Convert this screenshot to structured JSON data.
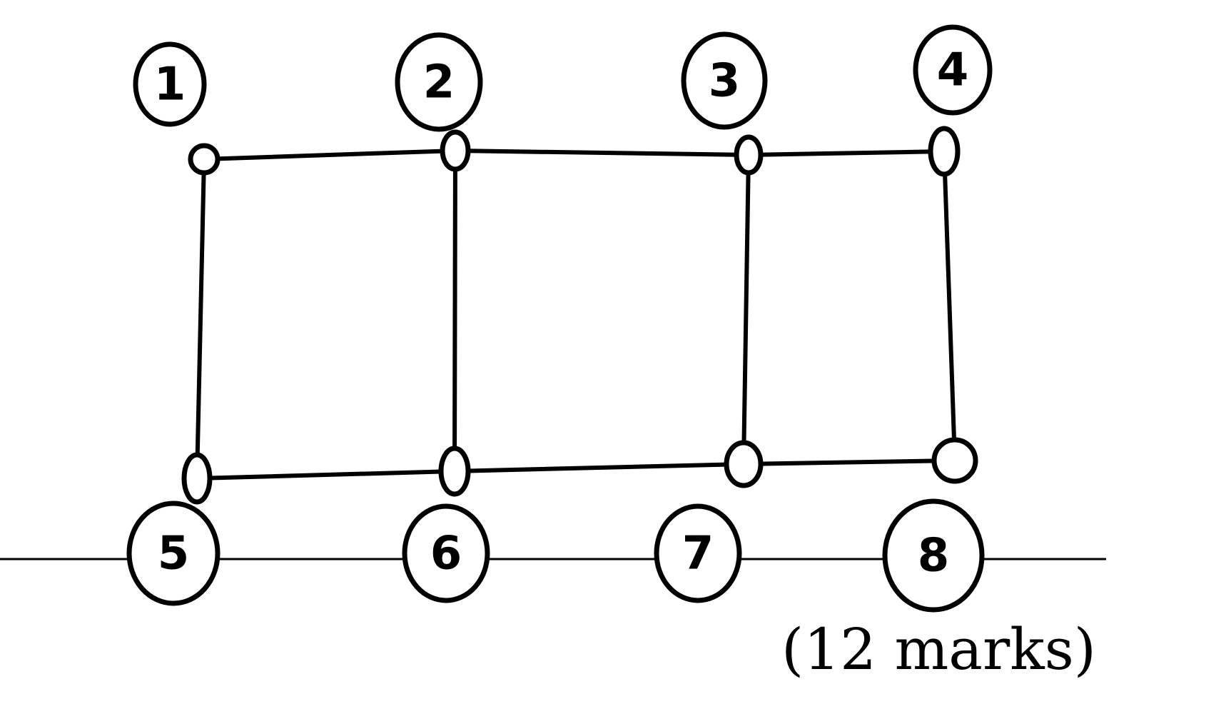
{
  "diagram": {
    "nodes": [
      {
        "id": "1",
        "label": "1"
      },
      {
        "id": "2",
        "label": "2"
      },
      {
        "id": "3",
        "label": "3"
      },
      {
        "id": "4",
        "label": "4"
      },
      {
        "id": "5",
        "label": "5"
      },
      {
        "id": "6",
        "label": "6"
      },
      {
        "id": "7",
        "label": "7"
      },
      {
        "id": "8",
        "label": "8"
      }
    ],
    "edges": [
      [
        "1",
        "2"
      ],
      [
        "2",
        "3"
      ],
      [
        "3",
        "4"
      ],
      [
        "5",
        "6"
      ],
      [
        "6",
        "7"
      ],
      [
        "7",
        "8"
      ],
      [
        "1",
        "5"
      ],
      [
        "2",
        "6"
      ],
      [
        "3",
        "7"
      ],
      [
        "4",
        "8"
      ]
    ]
  },
  "marks_label": "(12 marks)"
}
